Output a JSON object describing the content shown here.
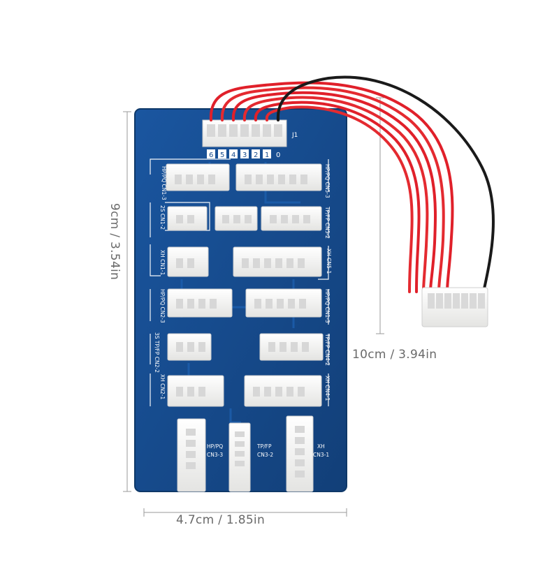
{
  "image": {
    "subject": "balance-charging-adapter-board",
    "colors": {
      "pcb": "#154a8c",
      "pcb_dark": "#0e3868",
      "silkscreen": "#ffffff",
      "connector": "#f6f6f4",
      "wire_red": "#e0202a",
      "wire_black": "#1a1a1a",
      "dimension_line": "#9a9a9a"
    }
  },
  "dimensions": {
    "height_label": "9cm / 3.54in",
    "length_label": "10cm / 3.94in",
    "width_label": "4.7cm / 1.85in"
  },
  "board": {
    "header_label": "J1",
    "pin_numbers": [
      "6",
      "5",
      "4",
      "3",
      "2",
      "1",
      "0"
    ],
    "groups": {
      "cn5_3": "HP/PQ CN5-3",
      "cn1_3_left": "HP/PQ CN1-3",
      "cn1_2": "2S CN1-2",
      "cn5_2": "TP/FP CN5-2",
      "cn1_1": "XH CN1-1",
      "cn5_1": "XH CN5-1",
      "cn2_3": "HP/PQ CN2-3",
      "cn1_3_right": "HP/PQ CN1-3",
      "cn2_2": "3S TP/FP CN2-2",
      "cn4_2": "TP/FP CN4-2",
      "cn2_1": "XH CN2-1",
      "cn4_1": "XH CN4-1",
      "cn3_3": [
        "HP/PQ",
        "CN3-3"
      ],
      "cn3_2": [
        "TP/FP",
        "CN3-2"
      ],
      "cn3_1": [
        "XH",
        "CN3-1"
      ]
    }
  }
}
